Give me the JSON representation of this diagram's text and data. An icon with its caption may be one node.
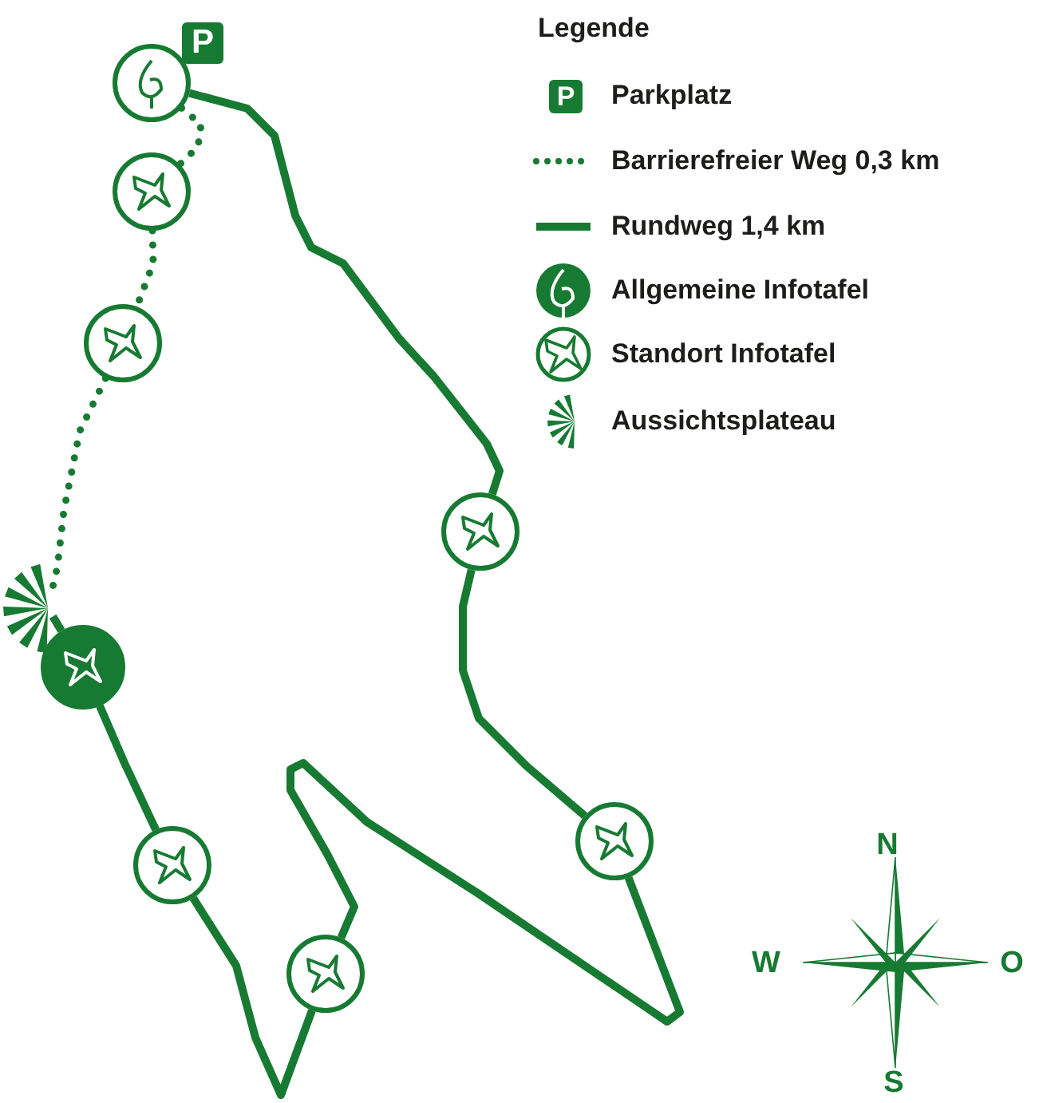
{
  "diagram": {
    "nodes": [
      {
        "text": [
          "P"
        ]
      },
      {
        "text": [],
        "shape": "circle"
      },
      {
        "text": [],
        "shape": "circle"
      },
      {
        "text": [],
        "shape": "circle"
      },
      {
        "text": [],
        "shape": "circle"
      },
      {
        "text": [],
        "shape": "picture"
      },
      {
        "text": [],
        "shape": "circle"
      },
      {
        "text": [],
        "shape": "circle"
      },
      {
        "text": [],
        "shape": "circle"
      },
      {
        "text": [],
        "shape": "circle"
      }
    ],
    "edges": [
      {
        "from": 1,
        "to": 2,
        "arrow": "none",
        "style": "dashed"
      },
      {
        "from": 2,
        "to": 3,
        "arrow": "none",
        "style": "dashed"
      },
      {
        "from": 3,
        "to": 5,
        "arrow": "none",
        "style": "dashed"
      },
      {
        "from": 5,
        "to": 6,
        "arrow": "none"
      },
      {
        "from": 1,
        "to": 4,
        "arrow": "none"
      },
      {
        "from": 4,
        "to": 7,
        "arrow": "none"
      },
      {
        "from": 7,
        "to": 9,
        "arrow": "none"
      },
      {
        "from": 9,
        "to": 8,
        "arrow": "none"
      },
      {
        "from": 8,
        "to": 6,
        "arrow": "none"
      }
    ],
    "labels": [
      "Legende",
      "P",
      "N",
      "W",
      "O",
      "S"
    ],
    "legend": [
      {
        "text": "Parkplatz"
      },
      {
        "text": "Barrierefreier Weg 0,3 km"
      },
      {
        "text": "Rundweg 1,4 km"
      },
      {
        "text": "Allgemeine Infotafel"
      },
      {
        "text": "Standort Infotafel"
      },
      {
        "text": "Aussichtsplateau"
      }
    ]
  }
}
